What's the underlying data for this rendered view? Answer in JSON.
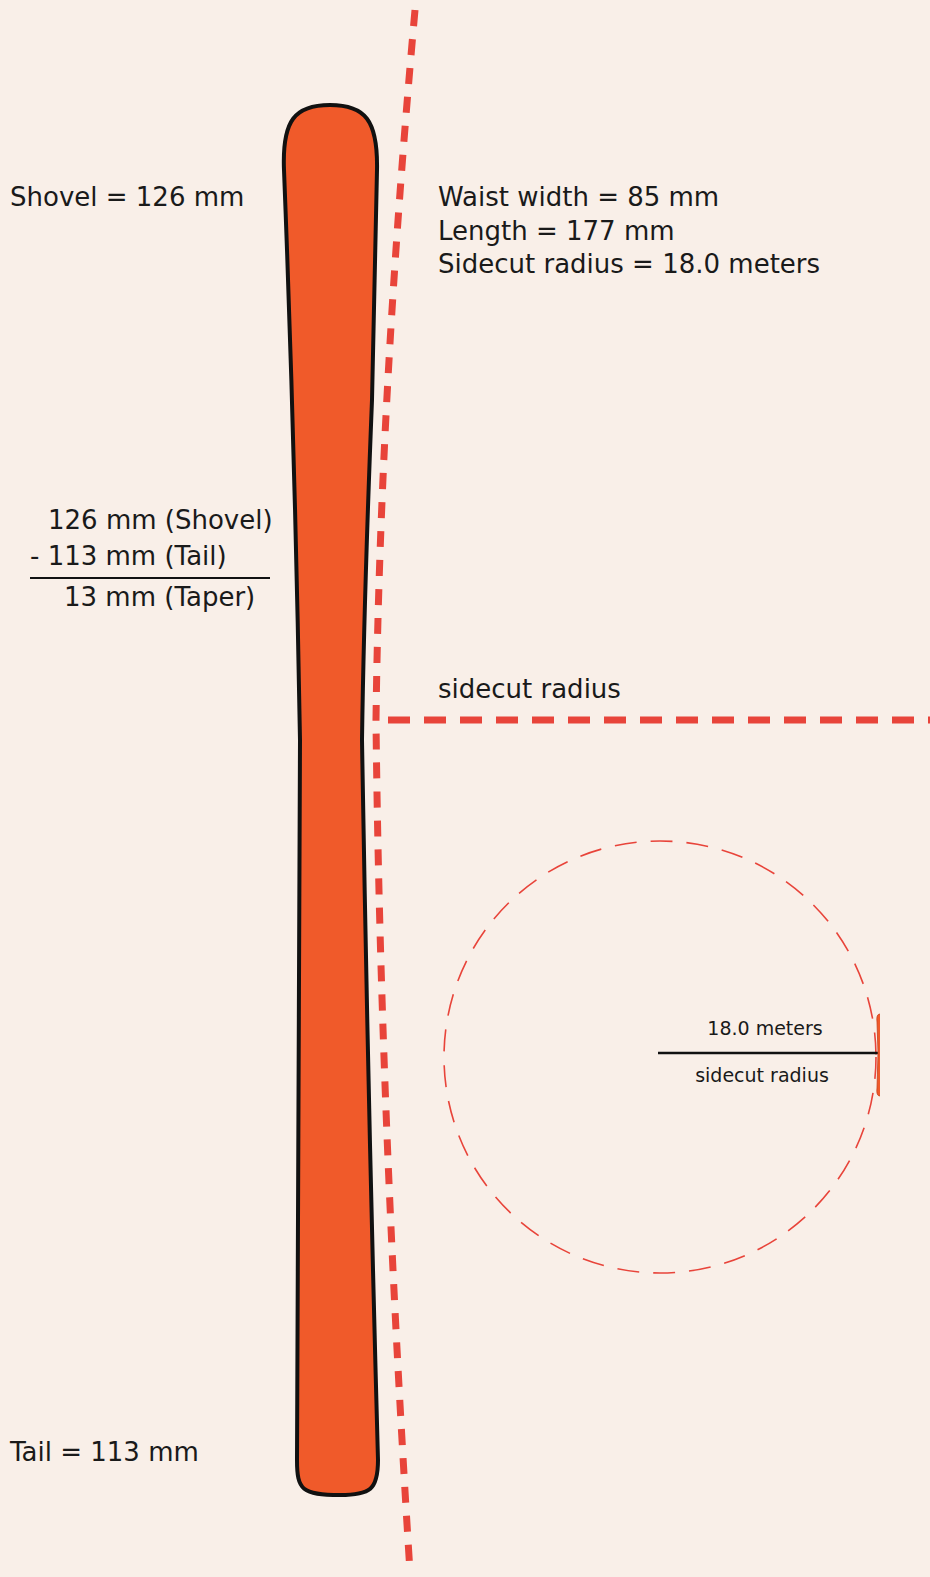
{
  "diagram": {
    "nodes": [
      {
        "text": [
          "18.0 meters",
          "sidecut radius"
        ]
      }
    ],
    "edges": [],
    "labels": [
      "Shovel = 126 mm",
      "Waist width = 85 mm",
      "Length = 177 mm",
      "Sidecut radius = 18.0 meters",
      "126 mm (Shovel)",
      "- 113 mm (Tail)",
      "13 mm (Taper)",
      "sidecut radius",
      "Tail = 113 mm"
    ]
  }
}
